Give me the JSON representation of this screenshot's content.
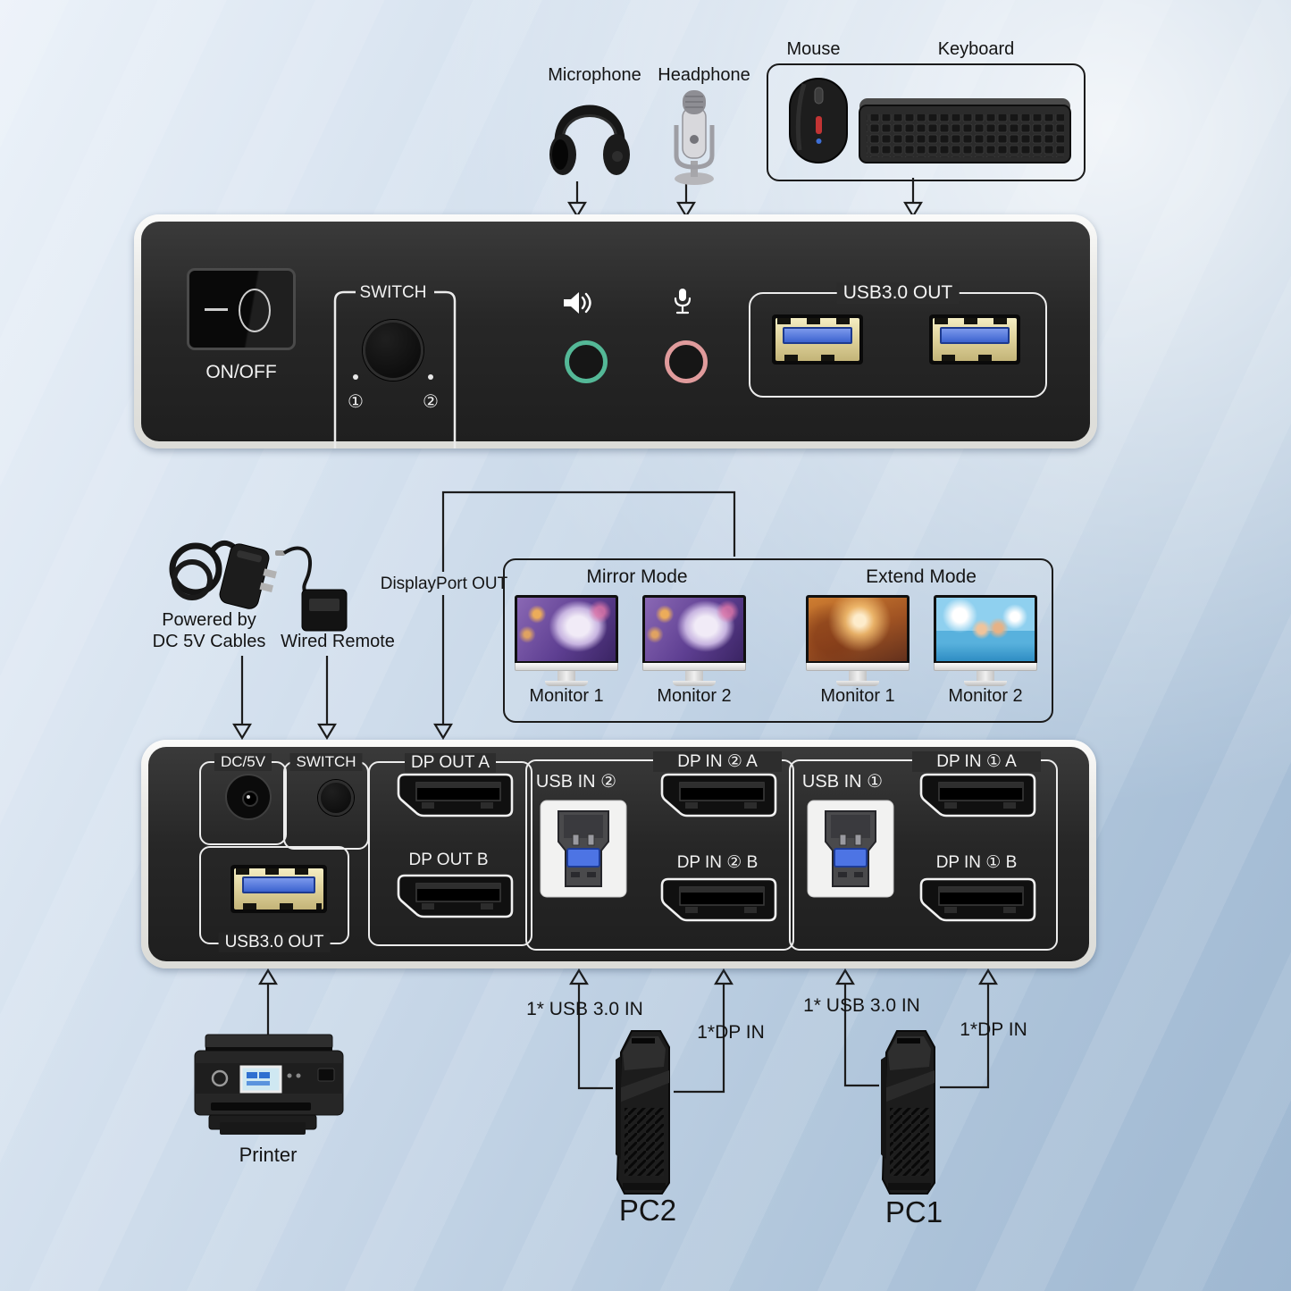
{
  "peripherals": {
    "microphone_label": "Microphone",
    "headphone_label": "Headphone",
    "mouse_label": "Mouse",
    "keyboard_label": "Keyboard"
  },
  "front_panel": {
    "power_label": "ON/OFF",
    "switch_group_label": "SWITCH",
    "switch_port1": "①",
    "switch_port2": "②",
    "usb_out_label": "USB3.0 OUT"
  },
  "connections": {
    "powered_by_line1": "Powered by",
    "powered_by_line2": "DC 5V Cables",
    "wired_remote_label": "Wired Remote",
    "displayport_out_label": "DisplayPort OUT"
  },
  "display_modes": {
    "mirror_title": "Mirror Mode",
    "extend_title": "Extend Mode",
    "monitors": [
      {
        "label": "Monitor 1",
        "scene": "abominable"
      },
      {
        "label": "Monitor 2",
        "scene": "abominable"
      },
      {
        "label": "Monitor 1",
        "scene": "coco"
      },
      {
        "label": "Monitor 2",
        "scene": "luca"
      }
    ]
  },
  "rear_panel": {
    "dc_label": "DC/5V",
    "switch_label": "SWITCH",
    "usb_out_label": "USB3.0 OUT",
    "dp_out_a": "DP OUT A",
    "dp_out_b": "DP OUT B",
    "usb_in_2": "USB IN ②",
    "dp_in_2a": "DP IN ② A",
    "dp_in_2b": "DP IN ② B",
    "usb_in_1": "USB IN ①",
    "dp_in_1a": "DP IN ① A",
    "dp_in_1b": "DP IN ① B"
  },
  "sources": {
    "printer_label": "Printer",
    "pc2": {
      "usb_label": "1* USB 3.0 IN",
      "dp_label": "1*DP IN",
      "name": "PC2"
    },
    "pc1": {
      "usb_label": "1* USB 3.0 IN",
      "dp_label": "1*DP IN",
      "name": "PC1"
    }
  },
  "colors": {
    "audio_out_ring": "#54b897",
    "mic_in_ring": "#e09b9c",
    "usb3_blue": "#4a74e8",
    "usb_gold": "#e9dfae",
    "panel_black": "#272727",
    "frame_white": "#efefec",
    "line_color": "#1c1c1c",
    "sky_light": "#ecf2f9",
    "sky_dark": "#9eb7d1"
  }
}
